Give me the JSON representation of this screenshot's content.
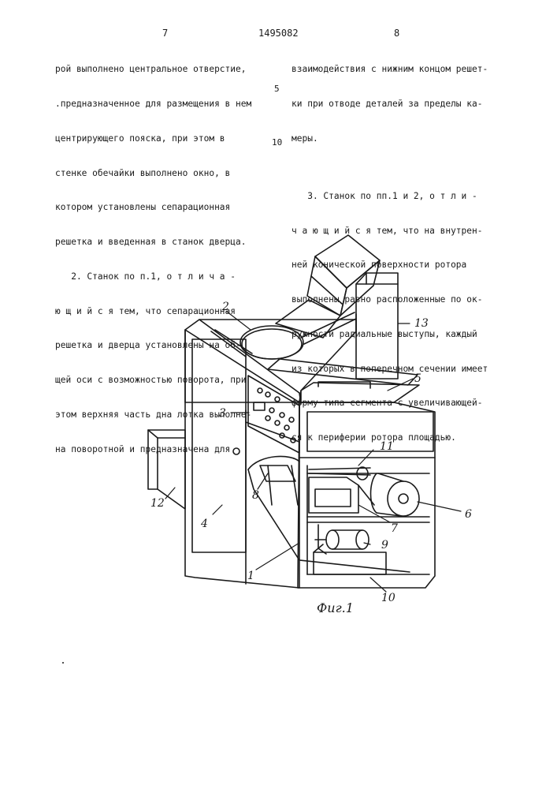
{
  "header": {
    "page_left": "7",
    "patent_number": "1495082",
    "page_right": "8"
  },
  "left_column": {
    "lines": [
      "рой выполнено центральное отверстие,",
      ".предназначенное для размещения в нем",
      "центрирующего пояска, при этом в",
      "стенке обечайки выполнено окно, в",
      "котором установлены сепарационная",
      "решетка и введенная в станок дверца.",
      "   2. Станок по п.1, о т л и ч а -",
      "ю щ и й с я тем, что сепарационная",
      "решетка и дверца установлены на об-",
      "щей оси с возможностью поворота, при",
      "этом верхняя часть дна лотка выполне-",
      "на поворотной и предназначена для"
    ]
  },
  "right_column": {
    "lines": [
      "взаимодействия с нижним концом решет-",
      "ки при отводе деталей за пределы ка-",
      "меры.",
      "",
      "   3. Станок по пп.1 и 2, о т л и -",
      "ч а ю щ и й с я тем, что на внутрен-",
      "ней конической поверхности ротора",
      "выполнены равно расположенные по ок-",
      "ружности радиальные выступы, каждый",
      "из которых в поперечном сечении имеет",
      "форму типа сегмента с увеличивающей-",
      "ся к периферии ротора площадью."
    ]
  },
  "line_numbers": {
    "n5": "5",
    "n10": "10"
  },
  "figure": {
    "caption": "Фиг.1",
    "labels": {
      "l1": "1",
      "l2": "2",
      "l3": "3",
      "l4": "4",
      "l5": "5",
      "l6": "6",
      "l7": "7",
      "l8": "8",
      "l9": "9",
      "l10": "10",
      "l11": "11",
      "l12": "12",
      "l13": "13"
    }
  }
}
